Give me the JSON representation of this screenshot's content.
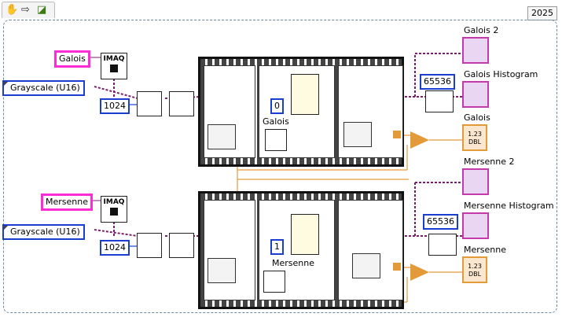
{
  "year_label": "2025",
  "colors": {
    "image_wire": "#7a1f6b",
    "dbl_wire": "#e39b3a",
    "int_wire": "#1a3fd0",
    "frame": "#6a8aa0"
  },
  "rows": [
    {
      "name_constant": "Galois",
      "image_type": "Grayscale (U16)",
      "size_constant": "1024",
      "seed_constant": "0",
      "clock_label": "Galois",
      "hist_bins": "65536",
      "indicators": {
        "image": "Galois 2",
        "histogram": "Galois Histogram",
        "value": "Galois"
      },
      "dbl_text": "1.23",
      "dbl_tag": "DBL"
    },
    {
      "name_constant": "Mersenne",
      "image_type": "Grayscale (U16)",
      "size_constant": "1024",
      "seed_constant": "1",
      "clock_label": "Mersenne",
      "hist_bins": "65536",
      "indicators": {
        "image": "Mersenne 2",
        "histogram": "Mersenne Histogram",
        "value": "Mersenne"
      },
      "dbl_text": "1.23",
      "dbl_tag": "DBL"
    }
  ],
  "icons": {
    "imaq_text": "IMAQ",
    "u32": "U32"
  }
}
